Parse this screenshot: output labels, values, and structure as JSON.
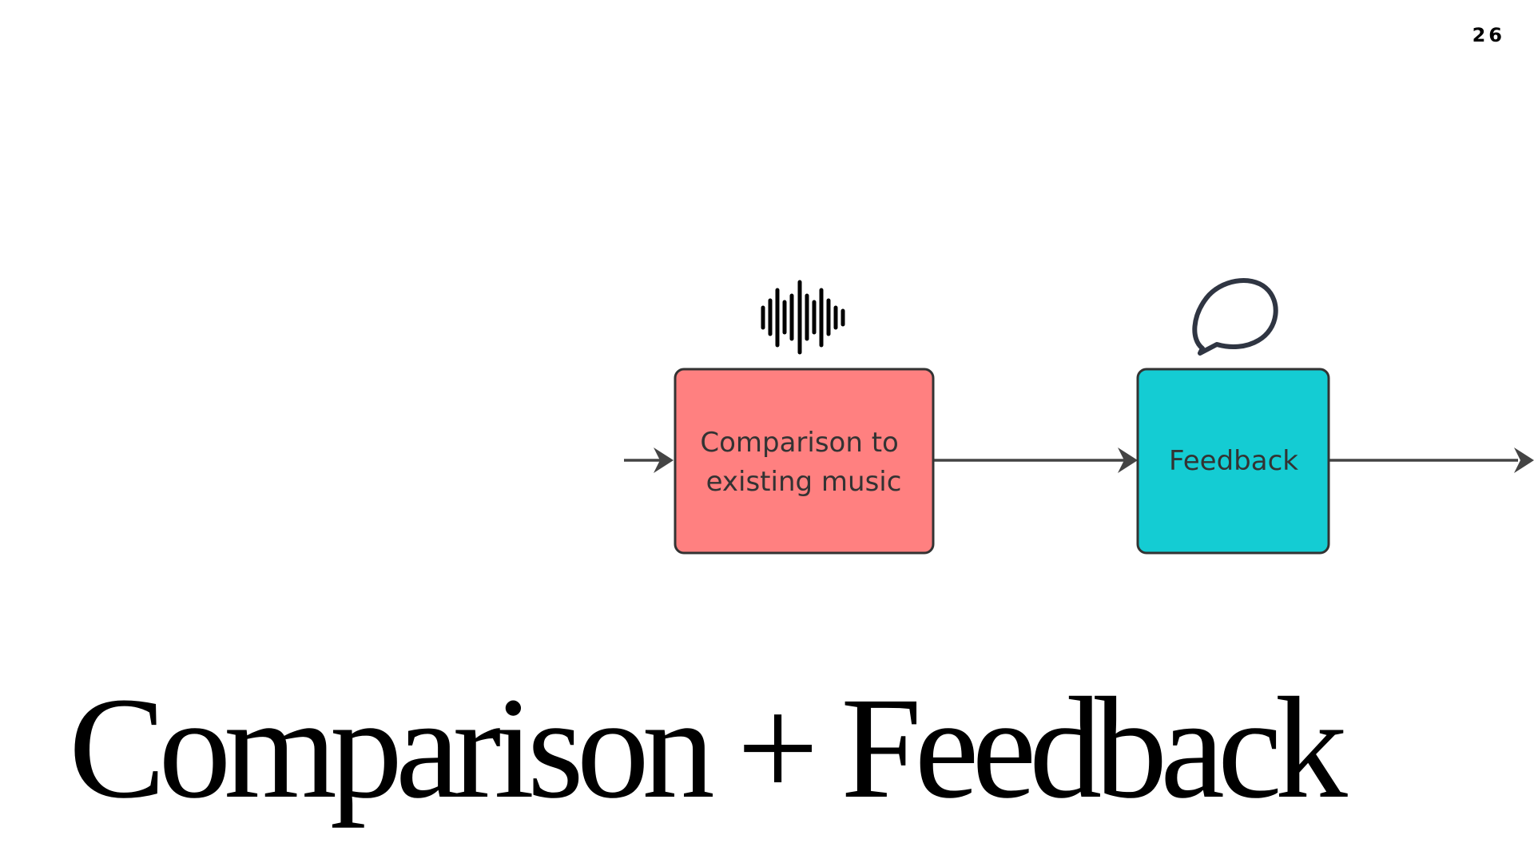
{
  "page_number": "26",
  "title": "Comparison + Feedback",
  "diagram": {
    "nodes": [
      {
        "id": "comparison",
        "label_lines": [
          "Comparison to",
          "existing music"
        ],
        "fill": "#FF8080",
        "icon": "sound-wave-icon"
      },
      {
        "id": "feedback",
        "label_lines": [
          "Feedback"
        ],
        "fill": "#14CCD3",
        "icon": "speech-bubble-icon"
      }
    ],
    "edges": [
      {
        "from": "",
        "to": "comparison"
      },
      {
        "from": "comparison",
        "to": "feedback"
      },
      {
        "from": "feedback",
        "to": ""
      }
    ]
  },
  "colors": {
    "stroke": "#333333",
    "arrow": "#444444",
    "text": "#333333"
  }
}
